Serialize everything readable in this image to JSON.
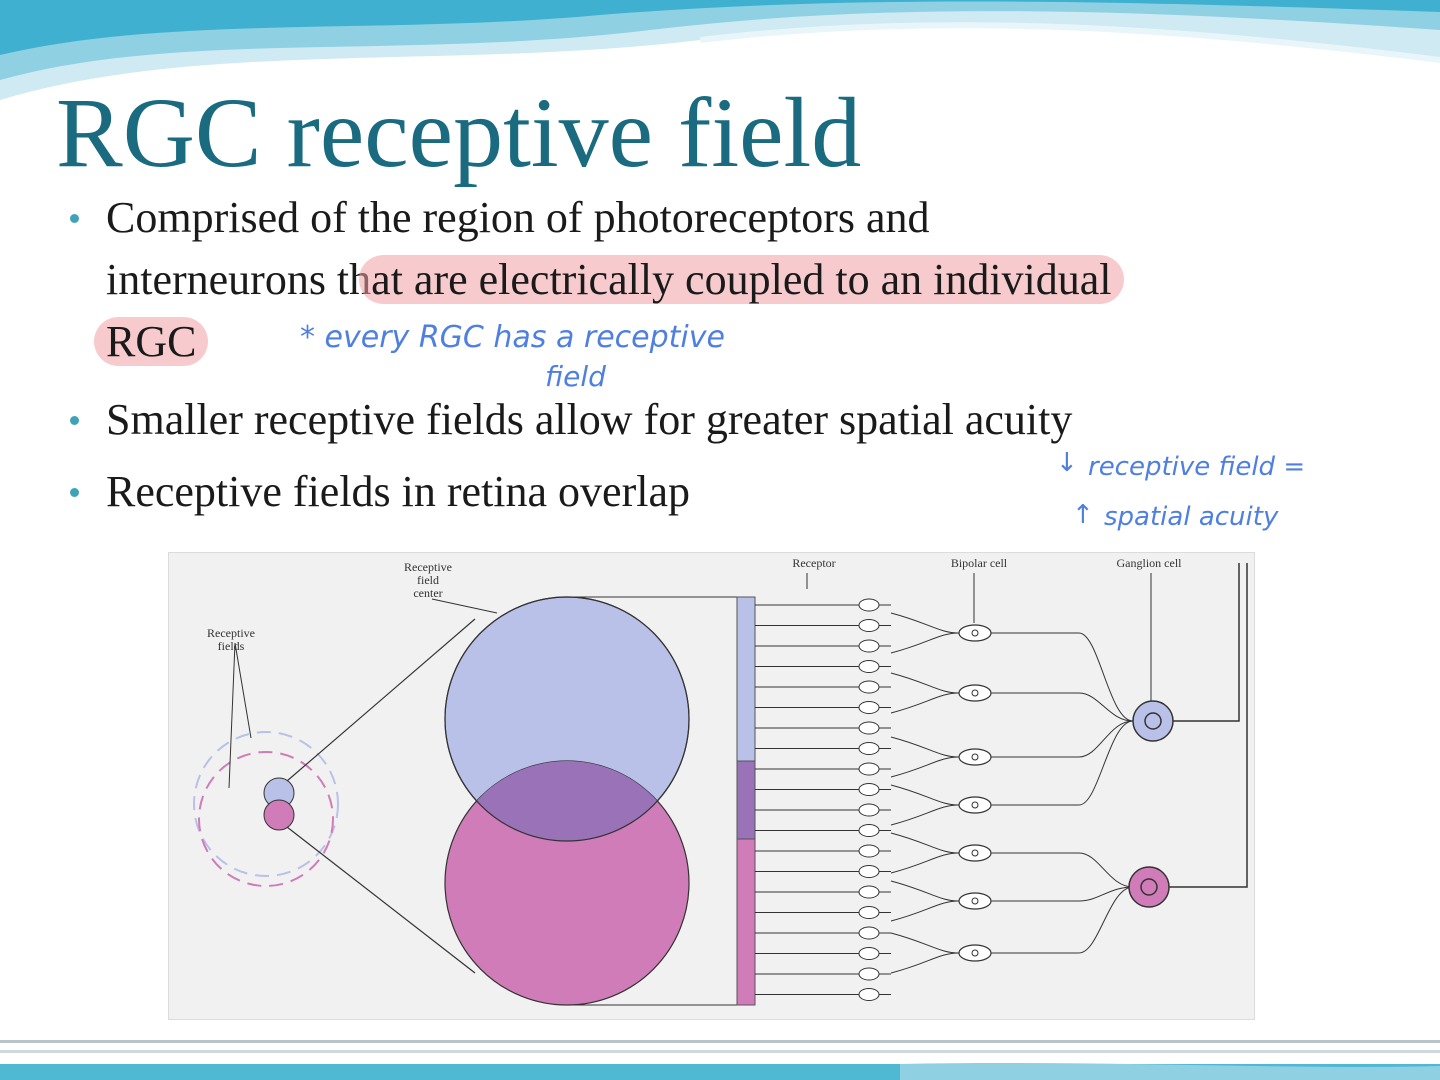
{
  "slide": {
    "title": "RGC receptive field",
    "bullets": [
      {
        "lines": [
          {
            "plain": "Comprised of the region of photoreceptors and",
            "highlight": ""
          },
          {
            "plain": "interneurons th",
            "highlight": "at are electrically coupled to an individual"
          },
          {
            "plain": "",
            "highlight": "RGC"
          }
        ]
      },
      {
        "lines": [
          {
            "plain": "Smaller receptive fields allow for greater spatial acuity",
            "highlight": ""
          }
        ]
      },
      {
        "lines": [
          {
            "plain": "Receptive fields in retina overlap",
            "highlight": ""
          }
        ]
      }
    ],
    "annotations": {
      "note1_line1": "* every RGC has a receptive",
      "note1_line2": "field",
      "note2_line1": "receptive field =",
      "note2_line2": "spatial acuity"
    }
  },
  "figure": {
    "labels": {
      "receptive_field_center": "Receptive\nfield\ncenter",
      "receptive_fields": "Receptive\nfields",
      "receptor": "Receptor",
      "bipolar_cell": "Bipolar cell",
      "ganglion_cell": "Ganglion cell"
    },
    "colors": {
      "lavender": "#b9c1e8",
      "magenta": "#d07cb8",
      "overlap": "#9a72b8",
      "highlight": "#f2a8ab",
      "title": "#1a6b80",
      "bullet": "#3fa3b8",
      "handwriting": "#4f7fe0"
    }
  }
}
